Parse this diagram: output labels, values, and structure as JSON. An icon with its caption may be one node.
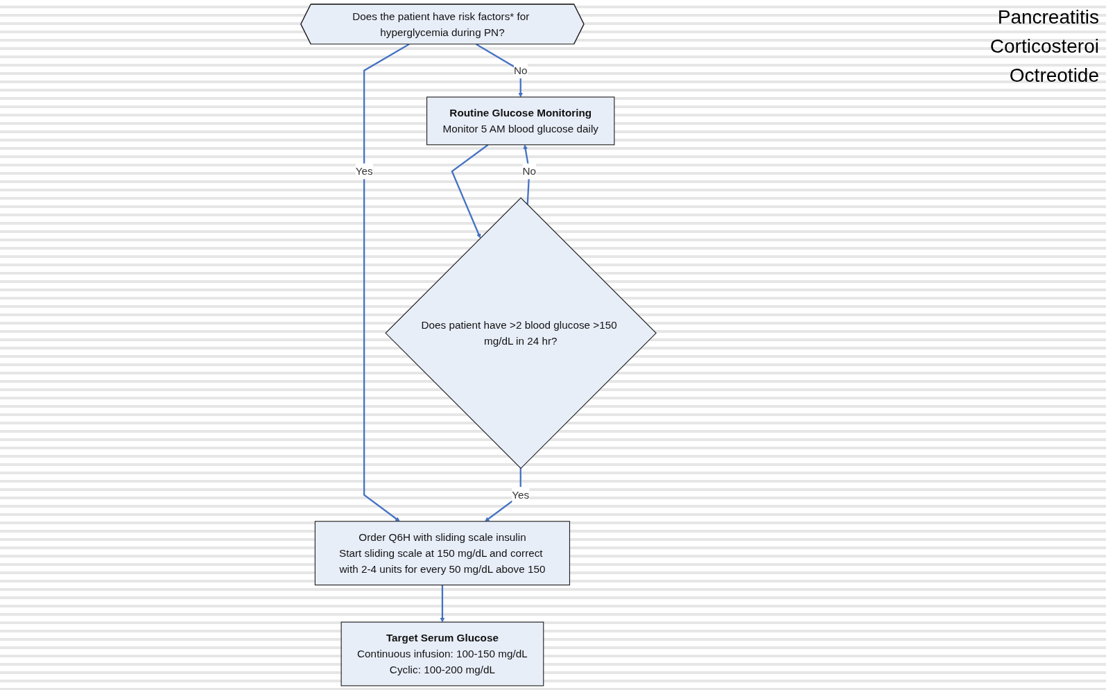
{
  "diagram": {
    "nodes": [
      {
        "text": [
          "Does the patient have risk factors* for hyperglycemia during PN?"
        ]
      },
      {
        "text": [
          "Routine Glucose Monitoring",
          "Monitor 5 AM blood glucose daily"
        ]
      },
      {
        "text": [
          "Order Q6H with sliding scale insulin",
          "Start sliding scale at 150 mg/dL and correct with 2-4 units for every 50 mg/dL above 150"
        ]
      },
      {
        "text": [
          "Does patient have >2 blood glucose >150 mg/dL in 24 hr?"
        ]
      },
      {
        "text": [
          "Target Serum Glucose",
          "Continuous infusion: 100-150 mg/dL",
          "Cyclic: 100-200 mg/dL"
        ]
      }
    ],
    "edges": [
      {
        "from": 0,
        "to": 1,
        "label": "No",
        "arrow": "to"
      },
      {
        "from": 0,
        "to": 2,
        "label": "Yes",
        "arrow": "to"
      },
      {
        "from": 1,
        "to": 3,
        "arrow": "to"
      },
      {
        "from": 3,
        "to": 1,
        "label": "No",
        "arrow": "to"
      },
      {
        "from": 3,
        "to": 2,
        "label": "Yes",
        "arrow": "to"
      },
      {
        "from": 2,
        "to": 4,
        "arrow": "to"
      }
    ],
    "labels": [
      "Pancreatitis",
      "Corticosteroi",
      "Octreotide"
    ]
  }
}
